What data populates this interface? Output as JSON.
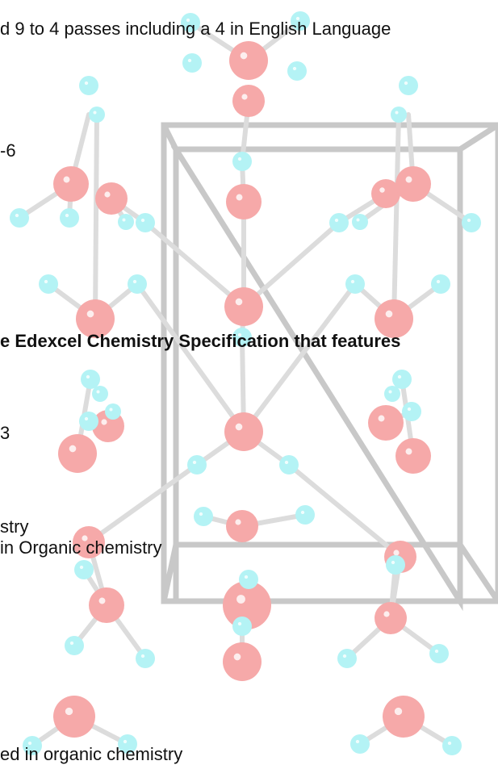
{
  "document": {
    "lines": [
      {
        "id": "line-1",
        "text": "d 9 to 4 passes including a 4 in English Language",
        "bold": false
      },
      {
        "id": "line-2",
        "text": "-6",
        "bold": false
      },
      {
        "id": "line-3",
        "text": "e Edexcel Chemistry Specification that features",
        "bold": true
      },
      {
        "id": "line-4",
        "text": "3",
        "bold": false
      },
      {
        "id": "line-5",
        "text": "stry",
        "bold": false
      },
      {
        "id": "line-6",
        "text": "in Organic chemistry",
        "bold": false
      },
      {
        "id": "line-7",
        "text": "ed in organic chemistry",
        "bold": false
      }
    ]
  },
  "colors": {
    "text": "#111111",
    "atom_red": "#f6a9a9",
    "atom_cyan": "#b4f3f5",
    "frame_gray": "#c8c8c8",
    "bond_gray": "#d9d9d9"
  },
  "watermark": {
    "icon": "molecular-crystal-structure-icon"
  }
}
